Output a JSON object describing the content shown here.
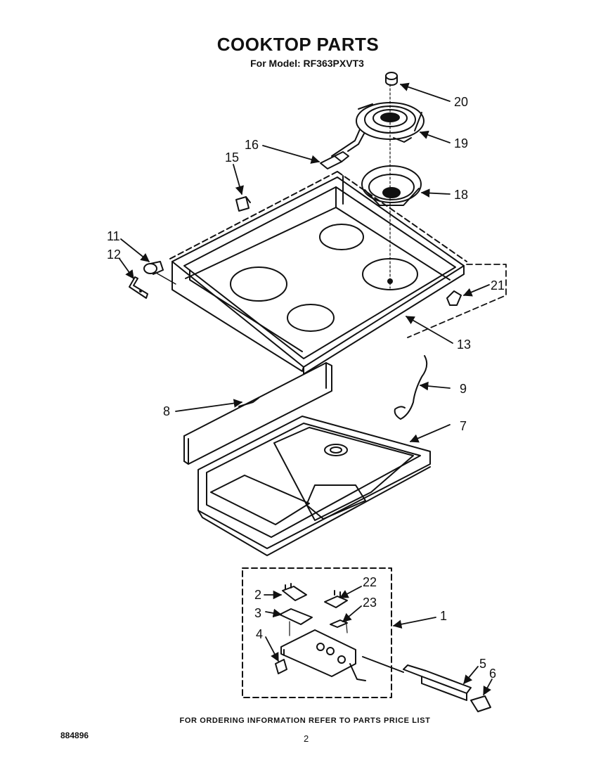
{
  "header": {
    "title": "COOKTOP PARTS",
    "subtitle": "For Model: RF363PXVT3"
  },
  "callouts": [
    "20",
    "19",
    "16",
    "15",
    "18",
    "11",
    "12",
    "21",
    "13",
    "9",
    "8",
    "7",
    "2",
    "22",
    "3",
    "23",
    "1",
    "4",
    "5",
    "6"
  ],
  "footer": {
    "note": "FOR ORDERING INFORMATION REFER TO PARTS PRICE LIST",
    "doc_number": "884896",
    "page_number": "2"
  }
}
